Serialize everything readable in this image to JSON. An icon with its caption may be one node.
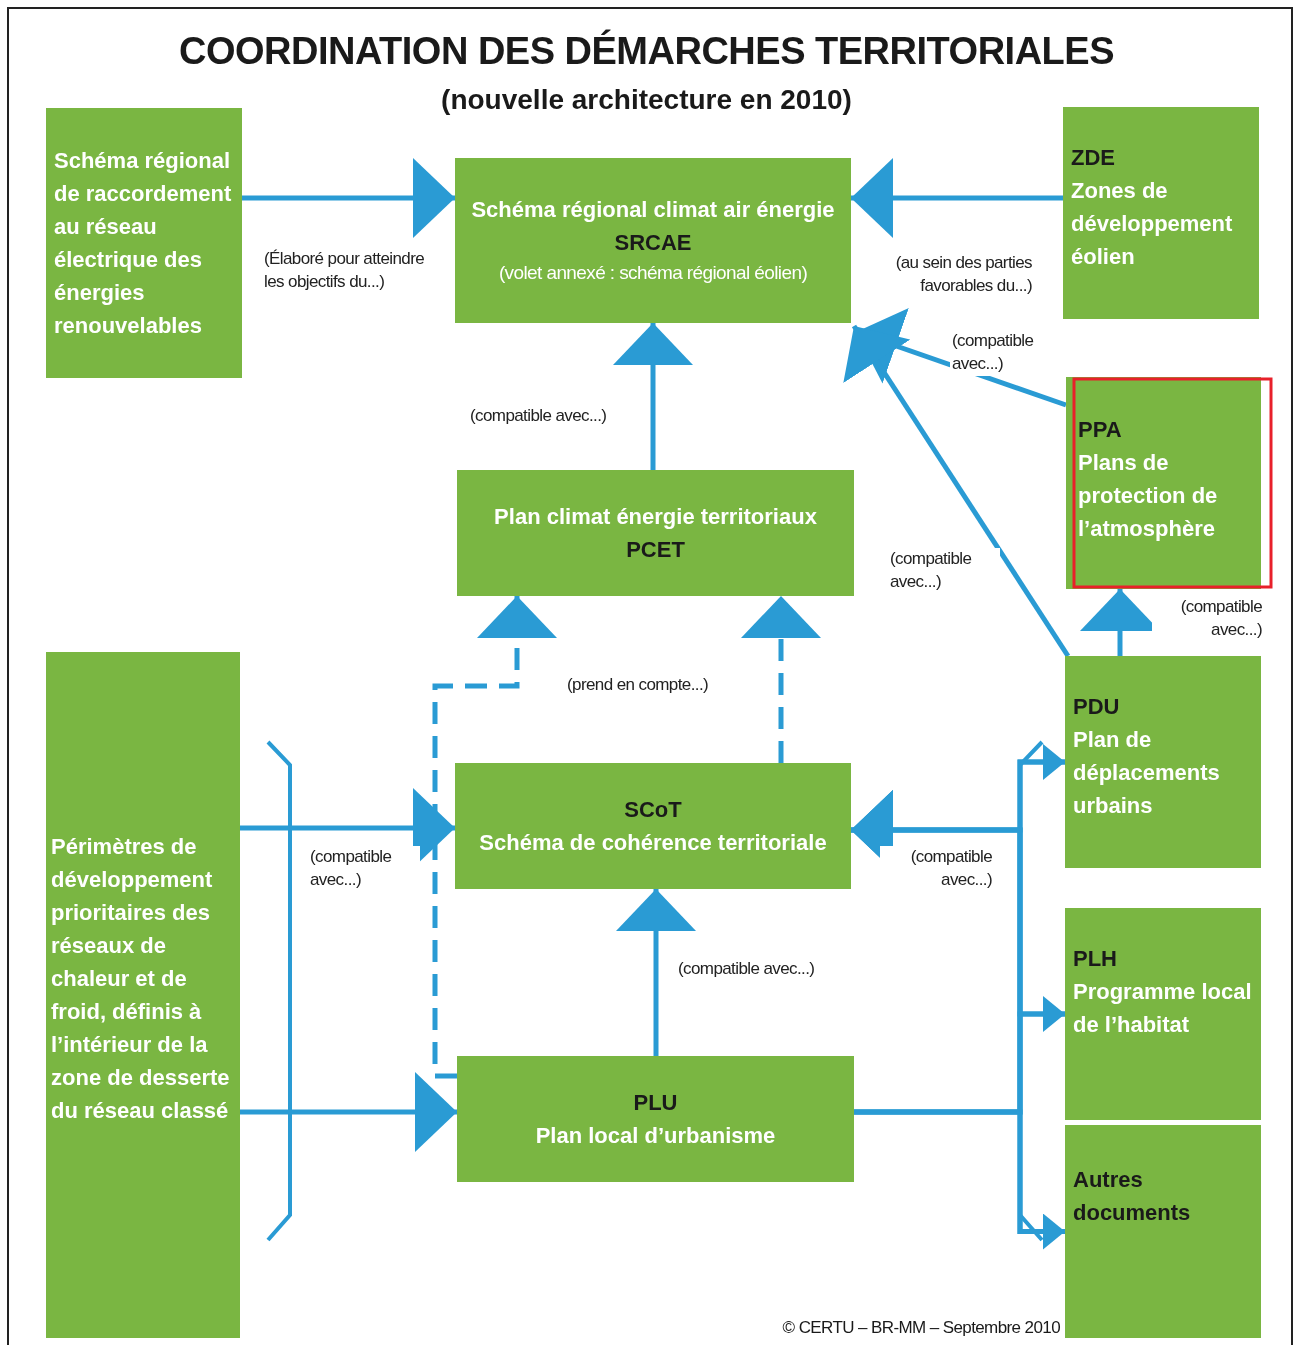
{
  "diagram": {
    "title": "COORDINATION DES DÉMARCHES TERRITORIALES",
    "nodes": [
      {
        "text": [
          "Schéma régional de raccordement au réseau électrique des énergies renouvelables"
        ]
      },
      {
        "text": [
          "Schéma régional climat air énergie",
          "SRCAE",
          "(volet annexé : schéma régional éolien)"
        ]
      },
      {
        "text": [
          "ZDE",
          "Zones de développement éolien"
        ]
      },
      {
        "text": [
          "PPA",
          "Plans de protection de l’atmosphère"
        ]
      },
      {
        "text": [
          "Plan climat énergie territoriaux",
          "PCET"
        ]
      },
      {
        "text": [
          "PDU",
          "Plan de déplacements urbains"
        ]
      },
      {
        "text": [
          "Périmètres de développement prioritaires des réseaux de chaleur et de froid, définis à l’intérieur de la zone de desserte du réseau classé"
        ]
      },
      {
        "text": [
          "SCoT",
          "Schéma de cohérence territoriale"
        ]
      },
      {
        "text": [
          "PLH",
          "Programme local de l’habitat"
        ]
      },
      {
        "text": [
          "PLU",
          "Plan local d’urbanisme"
        ]
      },
      {
        "text": [
          "Autres documents"
        ]
      }
    ],
    "edges": [
      {
        "from": 0,
        "to": 1,
        "arrow": "to",
        "label": "(Élaboré pour atteindre les objectifs du...)"
      },
      {
        "from": 2,
        "to": 1,
        "arrow": "to",
        "label": "(au sein des parties favorables du...)"
      },
      {
        "from": 3,
        "to": 1,
        "arrow": "to",
        "label": "(compatible avec...)"
      },
      {
        "from": 5,
        "to": 1,
        "arrow": "to",
        "label": "(compatible avec...)"
      },
      {
        "from": 4,
        "to": 1,
        "arrow": "to",
        "label": "(compatible avec...)"
      },
      {
        "from": 5,
        "to": 3,
        "arrow": "to",
        "label": "(compatible avec...)"
      },
      {
        "from": 9,
        "to": 4,
        "arrow": "to",
        "style": "dashed"
      },
      {
        "from": 7,
        "to": 4,
        "arrow": "to",
        "style": "dashed",
        "label": "(prend en compte...)"
      },
      {
        "from": 6,
        "to": 7,
        "arrow": "to",
        "label": "(compatible avec...)"
      },
      {
        "from": 6,
        "to": 9,
        "arrow": "to"
      },
      {
        "from": 9,
        "to": 7,
        "arrow": "to",
        "label": "(compatible avec...)"
      },
      {
        "from": 5,
        "to": 7,
        "arrow": "to",
        "label": "(compatible avec...)"
      },
      {
        "from": 8,
        "to": 7,
        "arrow": "to"
      },
      {
        "from": 10,
        "to": 7,
        "arrow": "to"
      },
      {
        "from": 9,
        "to": 5,
        "arrow": "to"
      },
      {
        "from": 9,
        "to": 8,
        "arrow": "to"
      },
      {
        "from": 9,
        "to": 10,
        "arrow": "to"
      }
    ],
    "labels": [
      "(nouvelle architecture en 2010)",
      "© CERTU – BR-MM – Septembre 2010"
    ]
  }
}
